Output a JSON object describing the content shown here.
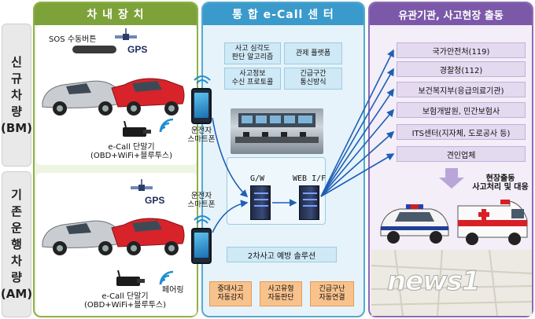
{
  "row_labels": {
    "new_vehicle": [
      "신",
      "규",
      "차",
      "량",
      "(BM)"
    ],
    "existing_vehicle": [
      "기",
      "존",
      "운",
      "행",
      "차",
      "량",
      "(AM)"
    ]
  },
  "columns": {
    "in_vehicle": {
      "title": "차 내 장 치"
    },
    "ecall_center": {
      "title": "통 합 e-Call 센 터"
    },
    "response": {
      "title": "유관기관, 사고현장 출동"
    }
  },
  "new_vehicle": {
    "sos_button": "SOS 수동버튼",
    "gps": "GPS",
    "device_line1": "e-Call 단말기",
    "device_line2": "(OBD+WiFi+블루투스)",
    "phone_label_line1": "운전자",
    "phone_label_line2": "스마트폰"
  },
  "existing_vehicle": {
    "gps": "GPS",
    "phone_label_line1": "운전자",
    "phone_label_line2": "스마트폰",
    "pairing": "페어링",
    "device_line1": "e-Call 단말기",
    "device_line2": "(OBD+WiFi+블루투스)"
  },
  "center": {
    "features": [
      {
        "line1": "사고 심각도",
        "line2": "판단 알고리즘"
      },
      {
        "line1": "관제 플랫폼",
        "line2": ""
      },
      {
        "line1": "사고정보",
        "line2": "수신 프로토콜"
      },
      {
        "line1": "긴급구간",
        "line2": "통신방식"
      }
    ],
    "gateway_label": "G/W",
    "web_label": "WEB I/F",
    "solution": "2차사고 예방 솔루션",
    "functions": [
      {
        "line1": "중대사고",
        "line2": "자동감지"
      },
      {
        "line1": "사고유형",
        "line2": "자동판단"
      },
      {
        "line1": "긴급구난",
        "line2": "자동연결"
      }
    ]
  },
  "agencies": [
    "국가안전처(119)",
    "경찰청(112)",
    "보건복지부(응급의료기관)",
    "보험개발원, 민간보험사",
    "ITS센터(지자체, 도로공사 등)",
    "견인업체"
  ],
  "dispatch": {
    "line1": "현장출동",
    "line2": "사고처리 및 대응"
  },
  "watermark": "news1",
  "colors": {
    "green": "#7ea23a",
    "blue": "#3a9acb",
    "purple": "#7b58a8",
    "orange": "#f8c28c",
    "arrow_blue": "#1f5fb5"
  }
}
